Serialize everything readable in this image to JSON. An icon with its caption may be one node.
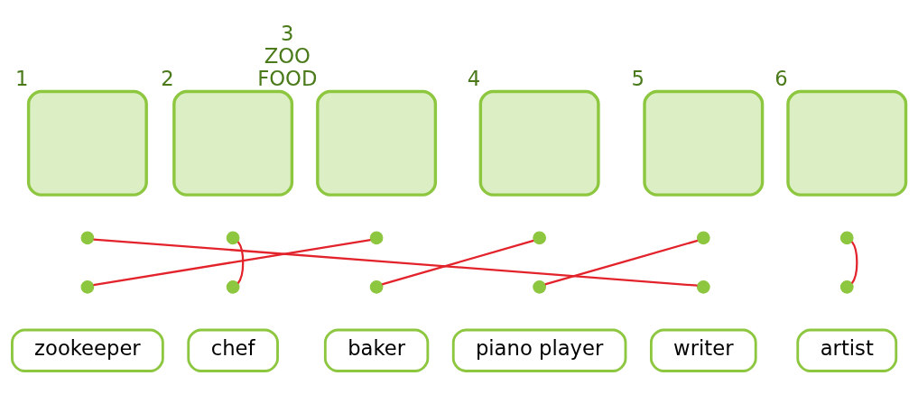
{
  "diagram": {
    "nodes": [
      {
        "text": [],
        "shape": "box",
        "beside": [
          "1"
        ]
      },
      {
        "text": [],
        "shape": "box",
        "beside": [
          "2"
        ]
      },
      {
        "text": [],
        "shape": "box",
        "beside": [
          "3",
          "ZOO",
          "FOOD"
        ]
      },
      {
        "text": [],
        "shape": "box",
        "beside": [
          "4"
        ]
      },
      {
        "text": [],
        "shape": "box",
        "beside": [
          "5"
        ]
      },
      {
        "text": [],
        "shape": "box",
        "beside": [
          "6"
        ]
      },
      {
        "text": [],
        "shape": "circle"
      },
      {
        "text": [],
        "shape": "circle"
      },
      {
        "text": [],
        "shape": "circle"
      },
      {
        "text": [],
        "shape": "circle"
      },
      {
        "text": [],
        "shape": "circle"
      },
      {
        "text": [],
        "shape": "circle"
      },
      {
        "text": [],
        "shape": "circle"
      },
      {
        "text": [],
        "shape": "circle"
      },
      {
        "text": [],
        "shape": "circle"
      },
      {
        "text": [],
        "shape": "circle"
      },
      {
        "text": [],
        "shape": "circle"
      },
      {
        "text": [],
        "shape": "circle"
      },
      {
        "text": [
          "zookeeper"
        ]
      },
      {
        "text": [
          "chef"
        ]
      },
      {
        "text": [
          "baker"
        ]
      },
      {
        "text": [
          "piano player"
        ]
      },
      {
        "text": [
          "writer"
        ]
      },
      {
        "text": [
          "artist"
        ]
      }
    ],
    "edges": [
      {
        "from": 6,
        "to": 16,
        "arrow": "none"
      },
      {
        "from": 7,
        "to": 13,
        "arrow": "none"
      },
      {
        "from": 8,
        "to": 12,
        "arrow": "none"
      },
      {
        "from": 9,
        "to": 14,
        "arrow": "none"
      },
      {
        "from": 10,
        "to": 15,
        "arrow": "none"
      },
      {
        "from": 11,
        "to": 17,
        "arrow": "none"
      }
    ]
  }
}
